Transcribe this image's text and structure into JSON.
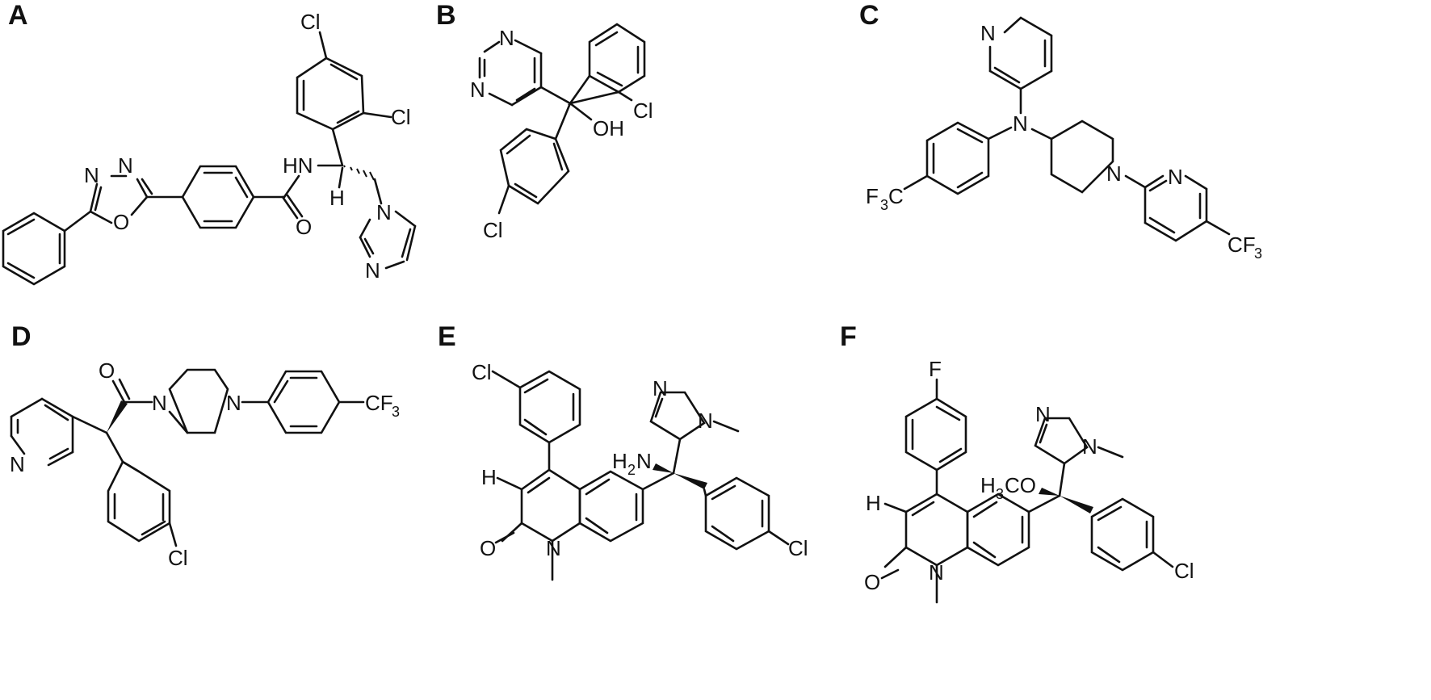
{
  "panels": [
    {
      "label": "A",
      "atoms": {
        "cl1": "Cl",
        "cl2": "Cl",
        "n1": "N",
        "n2": "N",
        "o1": "O",
        "nh": "HN",
        "h": "H",
        "o2": "O",
        "n3": "N",
        "n4": "N"
      }
    },
    {
      "label": "B",
      "atoms": {
        "n1": "N",
        "n2": "N",
        "oh": "OH",
        "cl1": "Cl",
        "cl2": "Cl"
      }
    },
    {
      "label": "C",
      "atoms": {
        "n1": "N",
        "n2": "N",
        "n3": "N",
        "n4": "N",
        "cf3a": "F",
        "cf3a_sub": "3",
        "cf3a_c": "C",
        "cf3b": "CF",
        "cf3b_sub": "3"
      }
    },
    {
      "label": "D",
      "atoms": {
        "o": "O",
        "n1": "N",
        "n2": "N",
        "n3": "N",
        "cf3": "CF",
        "cf3_sub": "3",
        "cl": "Cl"
      }
    },
    {
      "label": "E",
      "atoms": {
        "cl1": "Cl",
        "h": "H",
        "o": "O",
        "n": "N",
        "nh2": "H",
        "nh2_sub": "2",
        "nh2_n": "N",
        "n2": "N",
        "n3": "N",
        "cl2": "Cl"
      }
    },
    {
      "label": "F",
      "atoms": {
        "f": "F",
        "h": "H",
        "o": "O",
        "n": "N",
        "h3co": "H",
        "h3co_sub": "3",
        "h3co_rest": "CO",
        "n2": "N",
        "n3": "N",
        "cl": "Cl"
      }
    }
  ]
}
